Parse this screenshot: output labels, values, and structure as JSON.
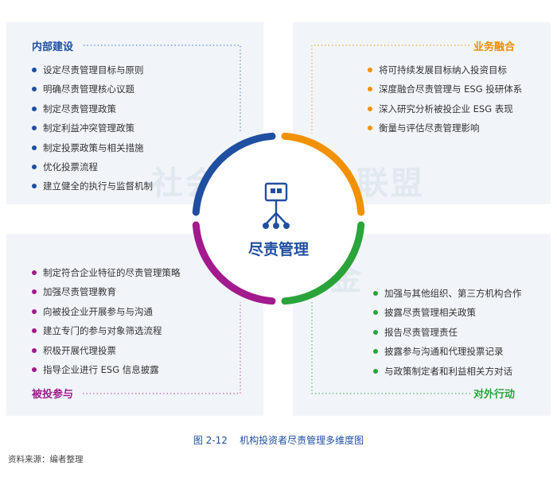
{
  "quadrants": {
    "internal": {
      "title": "内部建设",
      "color": "#1f4fa0",
      "items": [
        "设定尽责管理目标与原则",
        "明确尽责管理核心议题",
        "制定尽责管理政策",
        "制定利益冲突管理政策",
        "制定投票政策与相关措施",
        "优化投票流程",
        "建立健全的执行与监督机制"
      ]
    },
    "business": {
      "title": "业务融合",
      "color": "#f29100",
      "items": [
        "将可持续发展目标纳入投资目标",
        "深度融合尽责管理与 ESG 投研体系",
        "深入研究分析被投企业 ESG 表现",
        "衡量与评估尽责管理影响"
      ]
    },
    "investee": {
      "title": "被投参与",
      "color": "#a21a8d",
      "items": [
        "制定符合企业特征的尽责管理策略",
        "加强尽责管理教育",
        "向被投企业开展参与与沟通",
        "建立专门的参与对象筛选流程",
        "积极开展代理投票",
        "指导企业进行 ESG 信息披露"
      ]
    },
    "external": {
      "title": "对外行动",
      "color": "#2aa43a",
      "items": [
        "加强与其他组织、第三方机构合作",
        "披露尽责管理相关政策",
        "报告尽责管理责任",
        "披露参与沟通和代理投票记录",
        "与政策制定者和利益相关方对话"
      ]
    }
  },
  "center": {
    "label": "尽责管理",
    "icon": "org-hierarchy-icon"
  },
  "watermark": [
    "社会价值投资联盟",
    "华夏基金"
  ],
  "caption": "图 2-12    机构投资者尽责管理多维度图",
  "source": "资料来源：编者整理"
}
